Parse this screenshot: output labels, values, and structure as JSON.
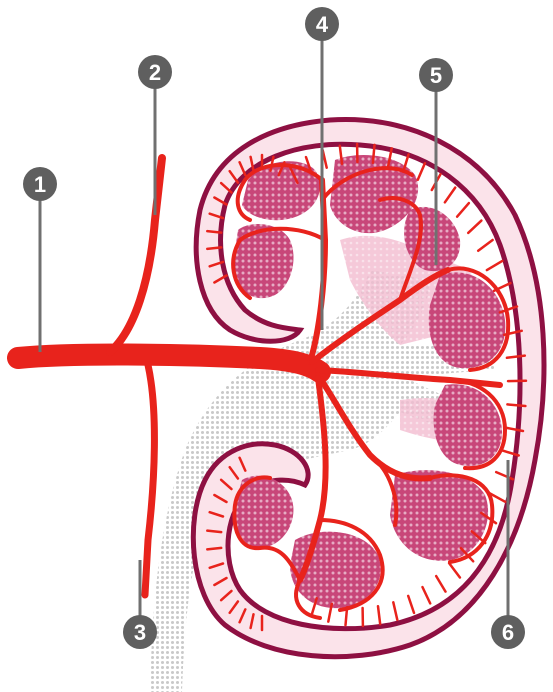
{
  "colors": {
    "artery": "#e8231c",
    "capsule_outline": "#8e1042",
    "cortex_fill": "#fbe3ea",
    "pyramid_fill": "#c84779",
    "pyramid_dot": "#ffffff",
    "sinus_fill": "#f3c0d1",
    "ureter_fill": "#d4d4d4",
    "callout_fill": "#5f5f5f",
    "callout_line": "#707070",
    "callout_text": "#ffffff"
  },
  "callouts": [
    {
      "label": "1"
    },
    {
      "label": "2"
    },
    {
      "label": "3"
    },
    {
      "label": "4"
    },
    {
      "label": "5"
    },
    {
      "label": "6"
    }
  ]
}
